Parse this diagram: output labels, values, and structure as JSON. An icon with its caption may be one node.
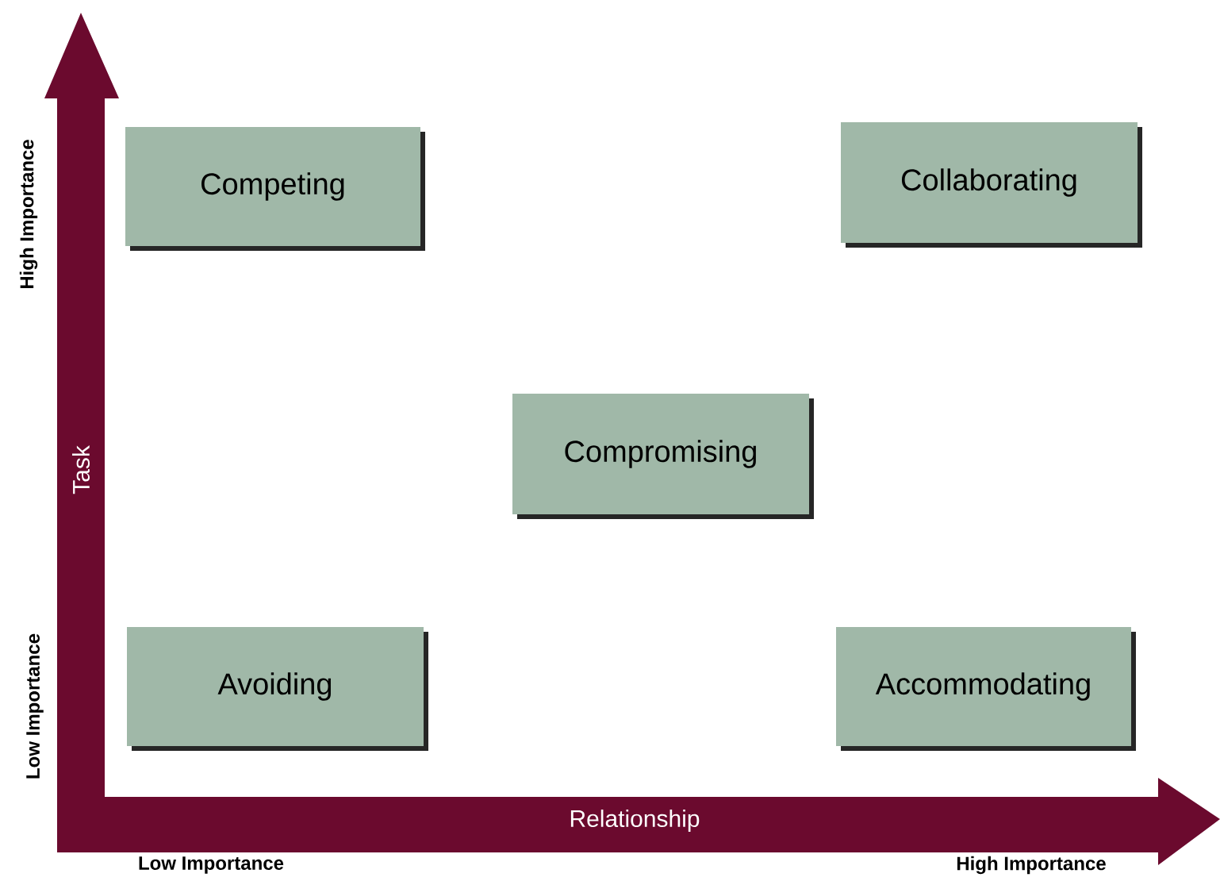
{
  "diagram": {
    "nodes": [
      {
        "text": [
          "Competing"
        ]
      },
      {
        "text": [
          "Collaborating"
        ]
      },
      {
        "text": [
          "Compromising"
        ]
      },
      {
        "text": [
          "Avoiding"
        ]
      },
      {
        "text": [
          "Accommodating"
        ]
      }
    ],
    "labels": [
      "High Importance",
      "Task",
      "Low Importance",
      "Relationship",
      "Low Importance",
      "High Importance"
    ]
  }
}
